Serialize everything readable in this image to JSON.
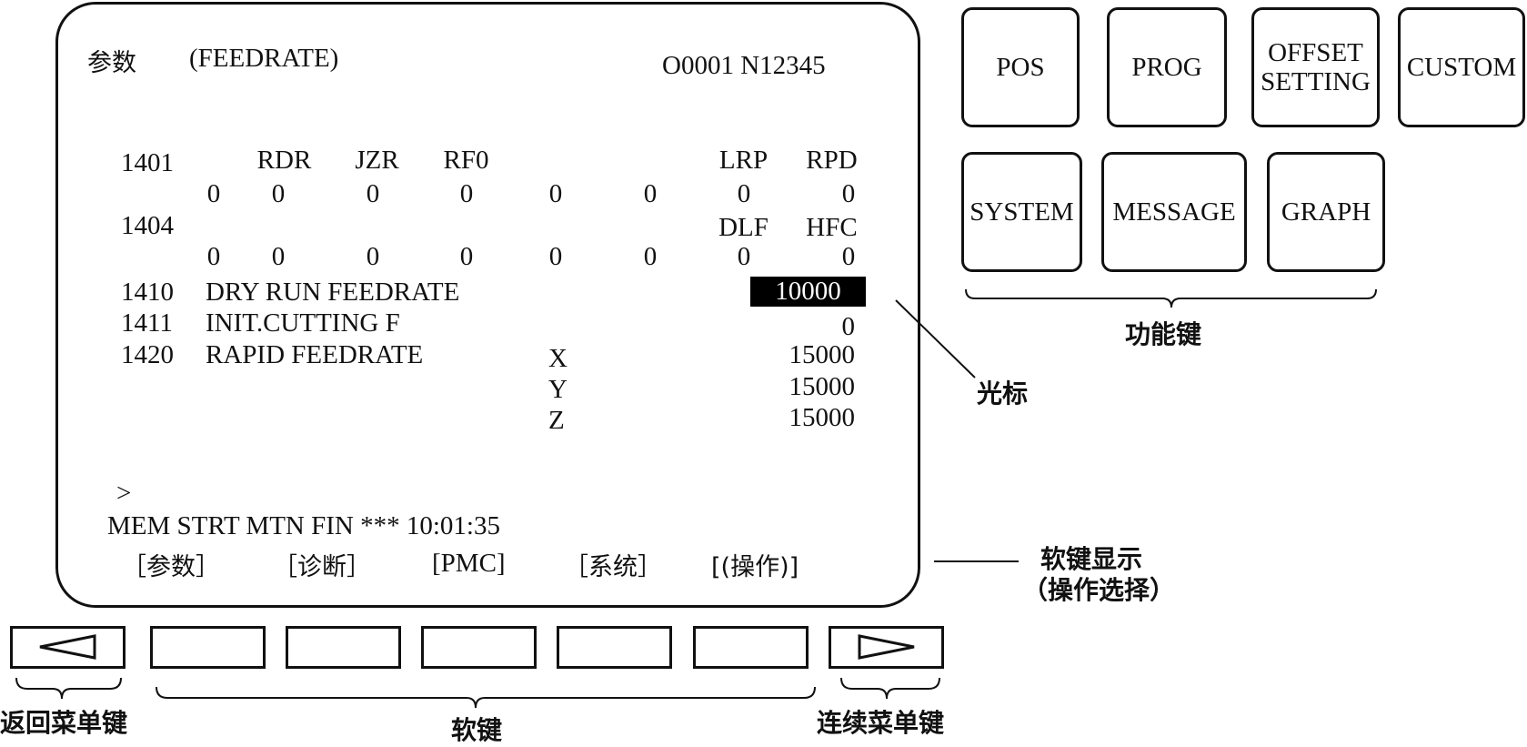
{
  "screen": {
    "title": "参数",
    "subtitle": "(FEEDRATE)",
    "program": "O0001 N12345",
    "rows": {
      "p1401": {
        "num": "1401",
        "bits": [
          "RDR",
          "JZR",
          "RF0",
          "LRP",
          "RPD"
        ],
        "values": [
          "0",
          "0",
          "0",
          "0",
          "0",
          "0",
          "0",
          "0"
        ]
      },
      "p1404": {
        "num": "1404",
        "bits": [
          "DLF",
          "HFC"
        ],
        "values": [
          "0",
          "0",
          "0",
          "0",
          "0",
          "0",
          "0",
          "0"
        ]
      },
      "p1410": {
        "num": "1410",
        "name": "DRY RUN FEEDRATE",
        "value": "10000"
      },
      "p1411": {
        "num": "1411",
        "name": "INIT.CUTTING F",
        "value": "0"
      },
      "p1420": {
        "num": "1420",
        "name": "RAPID FEEDRATE",
        "axes": [
          {
            "axis": "X",
            "value": "15000"
          },
          {
            "axis": "Y",
            "value": "15000"
          },
          {
            "axis": "Z",
            "value": "15000"
          }
        ]
      }
    },
    "prompt": ">",
    "status": "MEM  STRT  MTN  FIN  ***  10:01:35",
    "softkey_labels": [
      "［参数］",
      "［诊断］",
      "[PMC]",
      "［系统］",
      "[(操作)]"
    ]
  },
  "function_keys": {
    "pos": "POS",
    "prog": "PROG",
    "offset": "OFFSET",
    "setting": "SETTING",
    "custom": "CUSTOM",
    "system": "SYSTEM",
    "message": "MESSAGE",
    "graph": "GRAPH"
  },
  "callouts": {
    "function_keys": "功能键",
    "cursor": "光标",
    "softkey_display": "软键显示",
    "softkey_display_sub": "（操作选择）",
    "return_menu_key": "返回菜单键",
    "soft_keys": "软键",
    "continue_menu_key": "连续菜单键"
  }
}
